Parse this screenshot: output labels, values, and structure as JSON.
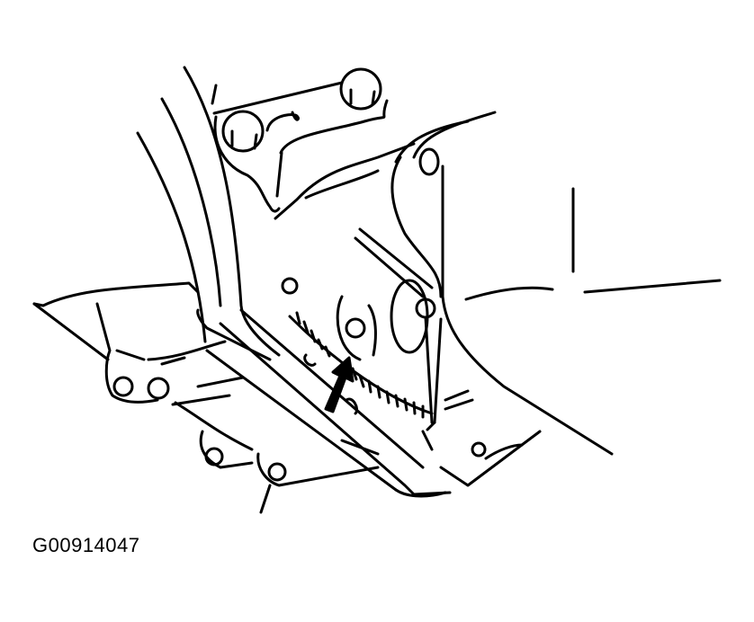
{
  "figure": {
    "id_label": "G00914047",
    "description": "Line drawing of transmission/engine housing with timing marks on flywheel and pointer; arrow indicating mark",
    "colors": {
      "line": "#000000",
      "background": "#ffffff"
    }
  },
  "annotations": [
    {
      "type": "arrow-icon",
      "points_to": "timing-mark-scale"
    }
  ]
}
